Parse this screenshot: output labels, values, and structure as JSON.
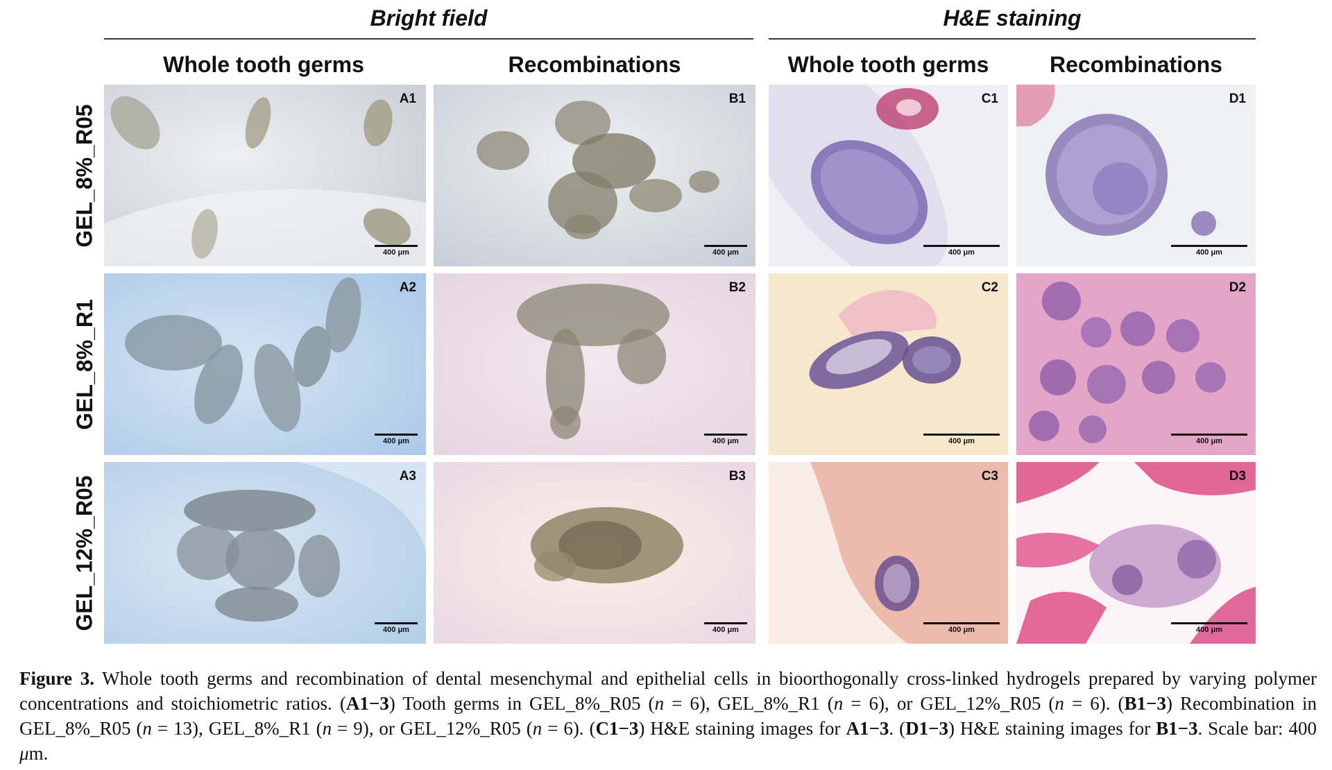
{
  "groups": {
    "bright_field": "Bright field",
    "he_staining": "H&E staining"
  },
  "columns": {
    "a": "Whole tooth germs",
    "b": "Recombinations",
    "c": "Whole tooth germs",
    "d": "Recombinations"
  },
  "rows": [
    "GEL_8%_R05",
    "GEL_8%_R1",
    "GEL_12%_R05"
  ],
  "panels": {
    "A1": "A1",
    "B1": "B1",
    "C1": "C1",
    "D1": "D1",
    "A2": "A2",
    "B2": "B2",
    "C2": "C2",
    "D2": "D2",
    "A3": "A3",
    "B3": "B3",
    "C3": "C3",
    "D3": "D3"
  },
  "scale_label": "400 μm",
  "caption": {
    "figure_label": "Figure 3.",
    "s1": " Whole tooth germs and recombination of dental mesenchymal and epithelial cells in bioorthogonally cross-linked hydrogels prepared by varying polymer concentrations and stoichiometric ratios. (",
    "b1": "A1−3",
    "s2": ") Tooth germs in GEL_8%_R05 (",
    "n1": "n",
    "s3": " = 6), GEL_8%_R1 (",
    "n2": "n",
    "s4": " = 6), or GEL_12%_R05 (",
    "n3": "n",
    "s5": " = 6). (",
    "b2": "B1−3",
    "s6": ") Recombination in GEL_8%_R05 (",
    "n4": "n",
    "s7": " = 13), GEL_8%_R1 (",
    "n5": "n",
    "s8": " = 9), or GEL_12%_R05 (",
    "n6": "n",
    "s9": " = 6). (",
    "b3": "C1−3",
    "s10": ") H&E staining images for ",
    "b4": "A1−3",
    "s11": ". (",
    "b5": "D1−3",
    "s12": ") H&E staining images for ",
    "b6": "B1−3",
    "s13": ". Scale bar: 400 ",
    "mu": "μ",
    "s14": "m."
  },
  "colors": {
    "brightfield_bg_1": "#dfe2e6",
    "brightfield_bg_2": "#b9d3ec",
    "he_bg": "#f5e6cf",
    "he_pink": "#d9669a",
    "he_purple": "#6d4c9a"
  }
}
